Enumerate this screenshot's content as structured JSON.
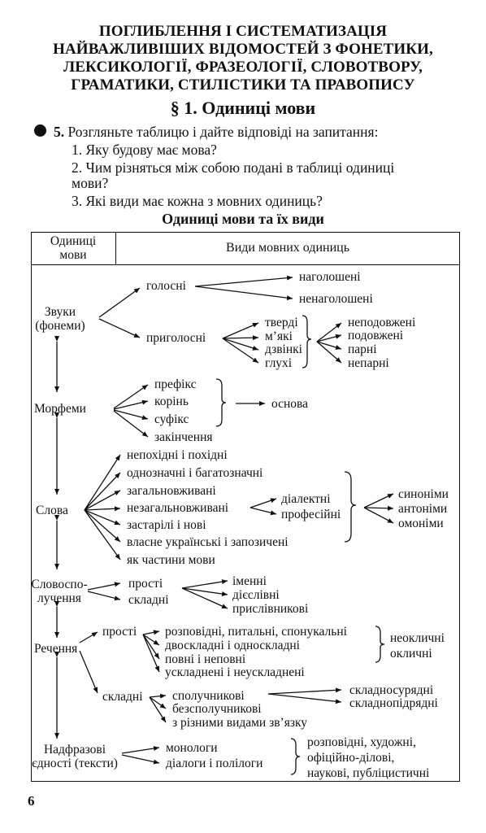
{
  "heading": {
    "lines": [
      "ПОГЛИБЛЕННЯ І СИСТЕМАТИЗАЦІЯ",
      "НАЙВАЖЛИВІШИХ ВІДОМОСТЕЙ З ФОНЕТИКИ,",
      "ЛЕКСИКОЛОГІЇ, ФРАЗЕОЛОГІЇ, СЛОВОТВОРУ,",
      "ГРАМАТИКИ, СТИЛІСТИКИ ТА ПРАВОПИСУ"
    ]
  },
  "section_title": "§ 1. Одиниці мови",
  "task": {
    "number": "5.",
    "text": "Розгляньте таблицю і дайте відповіді на запитання:",
    "questions": [
      "1. Яку будову має мова?",
      "2. Чим різняться між собою подані в таблиці одиниці",
      "мови?",
      "3. Які види має кожна з мовних одиниць?"
    ]
  },
  "table": {
    "title": "Одиниці мови та їх види",
    "col1": [
      "Одиниці",
      "мови"
    ],
    "col2": "Види мовних одиниць",
    "units": {
      "sounds": [
        "Звуки",
        "(фонеми)"
      ],
      "morphemes": "Морфеми",
      "words": "Слова",
      "phrases": [
        "Словоспо-",
        "лучення"
      ],
      "sentences": "Речення",
      "texts": [
        "Надфразові",
        "єдності (тексти)"
      ]
    },
    "sounds": {
      "vowels": "голосні",
      "vowel_types": [
        "наголошені",
        "ненаголошені"
      ],
      "consonants": "приголосні",
      "consonant_types": [
        "тверді",
        "м’які",
        "дзвінкі",
        "глухі"
      ],
      "consonant_props": [
        "неподовжені",
        "подовжені",
        "парні",
        "непарні"
      ]
    },
    "morphemes": {
      "items": [
        "префікс",
        "корінь",
        "суфікс",
        "закінчення"
      ],
      "base": "основа"
    },
    "words": {
      "items": [
        "непохідні і похідні",
        "однозначні і багатозначні",
        "загальновживані",
        "незагальновживані",
        "застарілі і нові",
        "власне українські і запозичені",
        "як частини мови"
      ],
      "restricted": [
        "діалектні",
        "професійні"
      ],
      "relations": [
        "синоніми",
        "антоніми",
        "омоніми"
      ]
    },
    "phrases": {
      "types": [
        "прості",
        "складні"
      ],
      "kinds": [
        "іменні",
        "дієслівні",
        "прислівникові"
      ]
    },
    "sentences": {
      "simple": "прості",
      "simple_types": [
        "розповідні, питальні, спонукальні",
        "двоскладні і односкладні",
        "повні і неповні",
        "ускладнені і неускладнені"
      ],
      "exclam": [
        "неокличні",
        "окличні"
      ],
      "complex": "складні",
      "complex_types": [
        "сполучникові",
        "безсполучникові",
        "з різними видами зв’язку"
      ],
      "conj_types": [
        "складносурядні",
        "складнопідрядні"
      ]
    },
    "texts": {
      "types": [
        "монологи",
        "діалоги і полілоги"
      ],
      "styles": [
        "розповідні, художні,",
        "офіційно-ділові,",
        "наукові, публіцистичні"
      ]
    }
  },
  "page_number": "6"
}
